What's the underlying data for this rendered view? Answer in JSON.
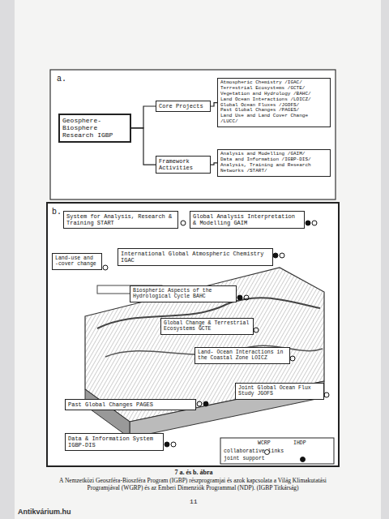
{
  "diagram": {
    "title": "7 a. és b. ábra",
    "caption": "A Nemzetközi Geoszféra-Bioszféra Program (IGBP) részprogramjai és azok kapcsolata a Világ Klimakutatási Programjával (WGRP) és az Emberi Dimenziók Programmal (NDP). (IGBP Titkárság)",
    "nodes": [
      {
        "text": [
          "Geosphere-Biosphere Research IGBP"
        ]
      },
      {
        "text": [
          "Core Projects"
        ]
      },
      {
        "text": [
          "Framework Activities"
        ]
      },
      {
        "text": [
          "Atmospheric Chemistry /IGAC/",
          "Terrestrial Ecosystems /GCTE/",
          "Vegetation and Hydrology /BAHC/",
          "Land Ocean Interactions /LOICZ/",
          "Global Ocean Fluxes /JGOFS/",
          "Past Global Changes /PAGES/",
          "Land Use and Land Cover Change /LUCC/"
        ]
      },
      {
        "text": [
          "Analysis and Modelling /GAIM/",
          "Data and Information /IGBP-DIS/",
          "Analysis, Training and Research Networks /START/"
        ]
      },
      {
        "text": [
          "System for Analysis, Research & Training START"
        ]
      },
      {
        "text": [
          "Global Analysis Interpretation & Modelling GAIM"
        ]
      },
      {
        "text": [
          "Land-use and -cover change"
        ]
      },
      {
        "text": [
          "International Global Atmospheric Chemistry IGAC"
        ]
      },
      {
        "text": [
          "Biospheric Aspects of the Hydrological Cycle BAHC"
        ]
      },
      {
        "text": [
          "Global Change & Terrestrial Ecosystems GCTE"
        ]
      },
      {
        "text": [
          "Land- Ocean Interactions in the Coastal Zone LOICZ"
        ]
      },
      {
        "text": [
          "Joint Global Ocean Flux Study JGOFS"
        ]
      },
      {
        "text": [
          "Past Global Changes PAGES"
        ]
      },
      {
        "text": [
          "Data & Information System IGBP-DIS"
        ]
      }
    ],
    "edges": [
      {
        "from": 0,
        "to": 1,
        "arrow": "none"
      },
      {
        "from": 0,
        "to": 2,
        "arrow": "none"
      },
      {
        "from": 1,
        "to": 3,
        "arrow": "none"
      },
      {
        "from": 2,
        "to": 4,
        "arrow": "none"
      }
    ],
    "labels": [
      "a.",
      "b.",
      "WCRP",
      "IHDP",
      "11",
      "Antikvárium.hu"
    ],
    "legend": [
      {
        "text": "collaborative links"
      },
      {
        "text": "joint support"
      }
    ]
  }
}
